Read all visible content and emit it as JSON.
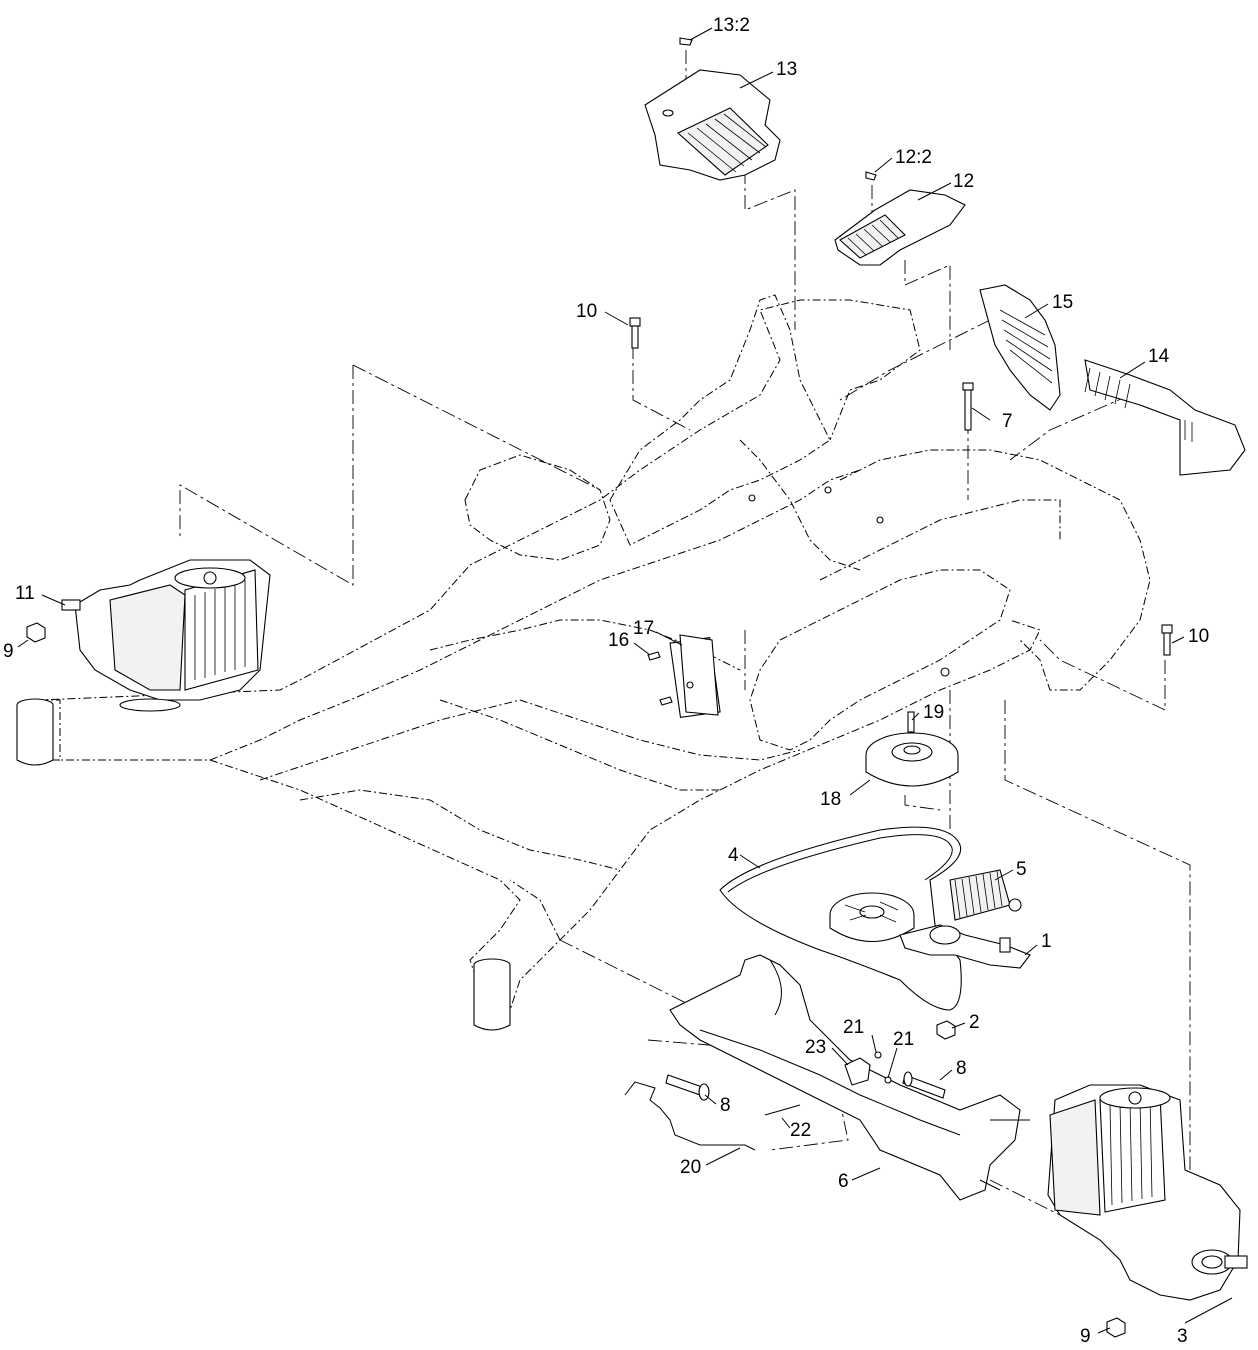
{
  "callouts": {
    "c13_2": "13:2",
    "c13": "13",
    "c12_2": "12:2",
    "c12": "12",
    "c15": "15",
    "c14": "14",
    "c10a": "10",
    "c7": "7",
    "c11": "11",
    "c9a": "9",
    "c17": "17",
    "c16": "16",
    "c10b": "10",
    "c19": "19",
    "c18": "18",
    "c4": "4",
    "c5": "5",
    "c1": "1",
    "c2": "2",
    "c21a": "21",
    "c23": "23",
    "c21b": "21",
    "c8a": "8",
    "c8b": "8",
    "c22": "22",
    "c20": "20",
    "c6": "6",
    "c9b": "9",
    "c3": "3"
  }
}
